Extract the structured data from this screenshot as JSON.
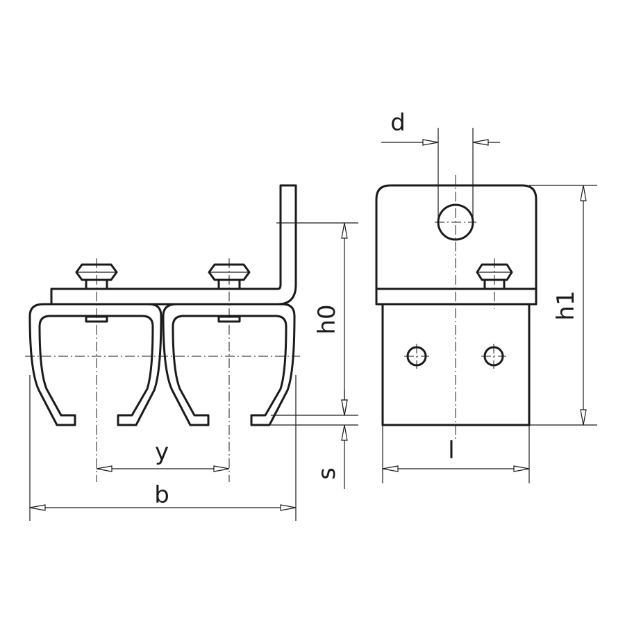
{
  "labels": {
    "d": "d",
    "h0": "h0",
    "h1": "h1",
    "s": "s",
    "y": "y",
    "b": "b",
    "l": "l"
  }
}
